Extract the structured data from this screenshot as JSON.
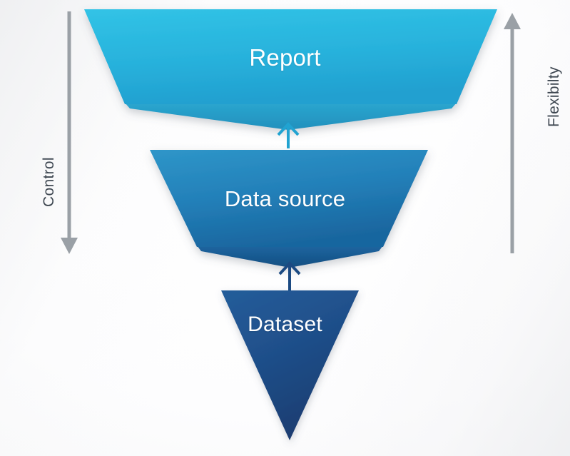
{
  "diagram": {
    "title": "Report / Data source / Dataset hierarchy",
    "background_color": "#f6f7f8",
    "stages": [
      {
        "id": "report",
        "label": "Report",
        "shape": "trapezoid",
        "level": 1,
        "fill_top": "#2ec0e4",
        "fill_bottom": "#23a4d2",
        "shadow_fill": "#2494c2",
        "text_color": "#ffffff"
      },
      {
        "id": "data-source",
        "label": "Data source",
        "shape": "trapezoid",
        "level": 2,
        "fill_top": "#2a8fc4",
        "fill_bottom": "#1c6fae",
        "shadow_fill": "#1a5e97",
        "text_color": "#ffffff"
      },
      {
        "id": "dataset",
        "label": "Dataset",
        "shape": "triangle",
        "level": 3,
        "fill_top": "#1f5590",
        "fill_bottom": "#1b3f73",
        "shadow_fill": "#173662",
        "text_color": "#ffffff"
      }
    ],
    "connectors": [
      {
        "id": "dataset-to-data-source",
        "from": "dataset",
        "to": "data-source",
        "direction": "up",
        "color": "#1b4a82"
      },
      {
        "id": "data-source-to-report",
        "from": "data-source",
        "to": "report",
        "direction": "up",
        "color": "#21a3d1"
      }
    ],
    "axes": [
      {
        "id": "control",
        "label": "Control",
        "side": "left",
        "direction": "down",
        "color": "#9aa0a6",
        "text_color": "#3d4650"
      },
      {
        "id": "flexibility",
        "label": "Flexibilty",
        "side": "right",
        "direction": "up",
        "color": "#9aa0a6",
        "text_color": "#3d4650"
      }
    ]
  }
}
